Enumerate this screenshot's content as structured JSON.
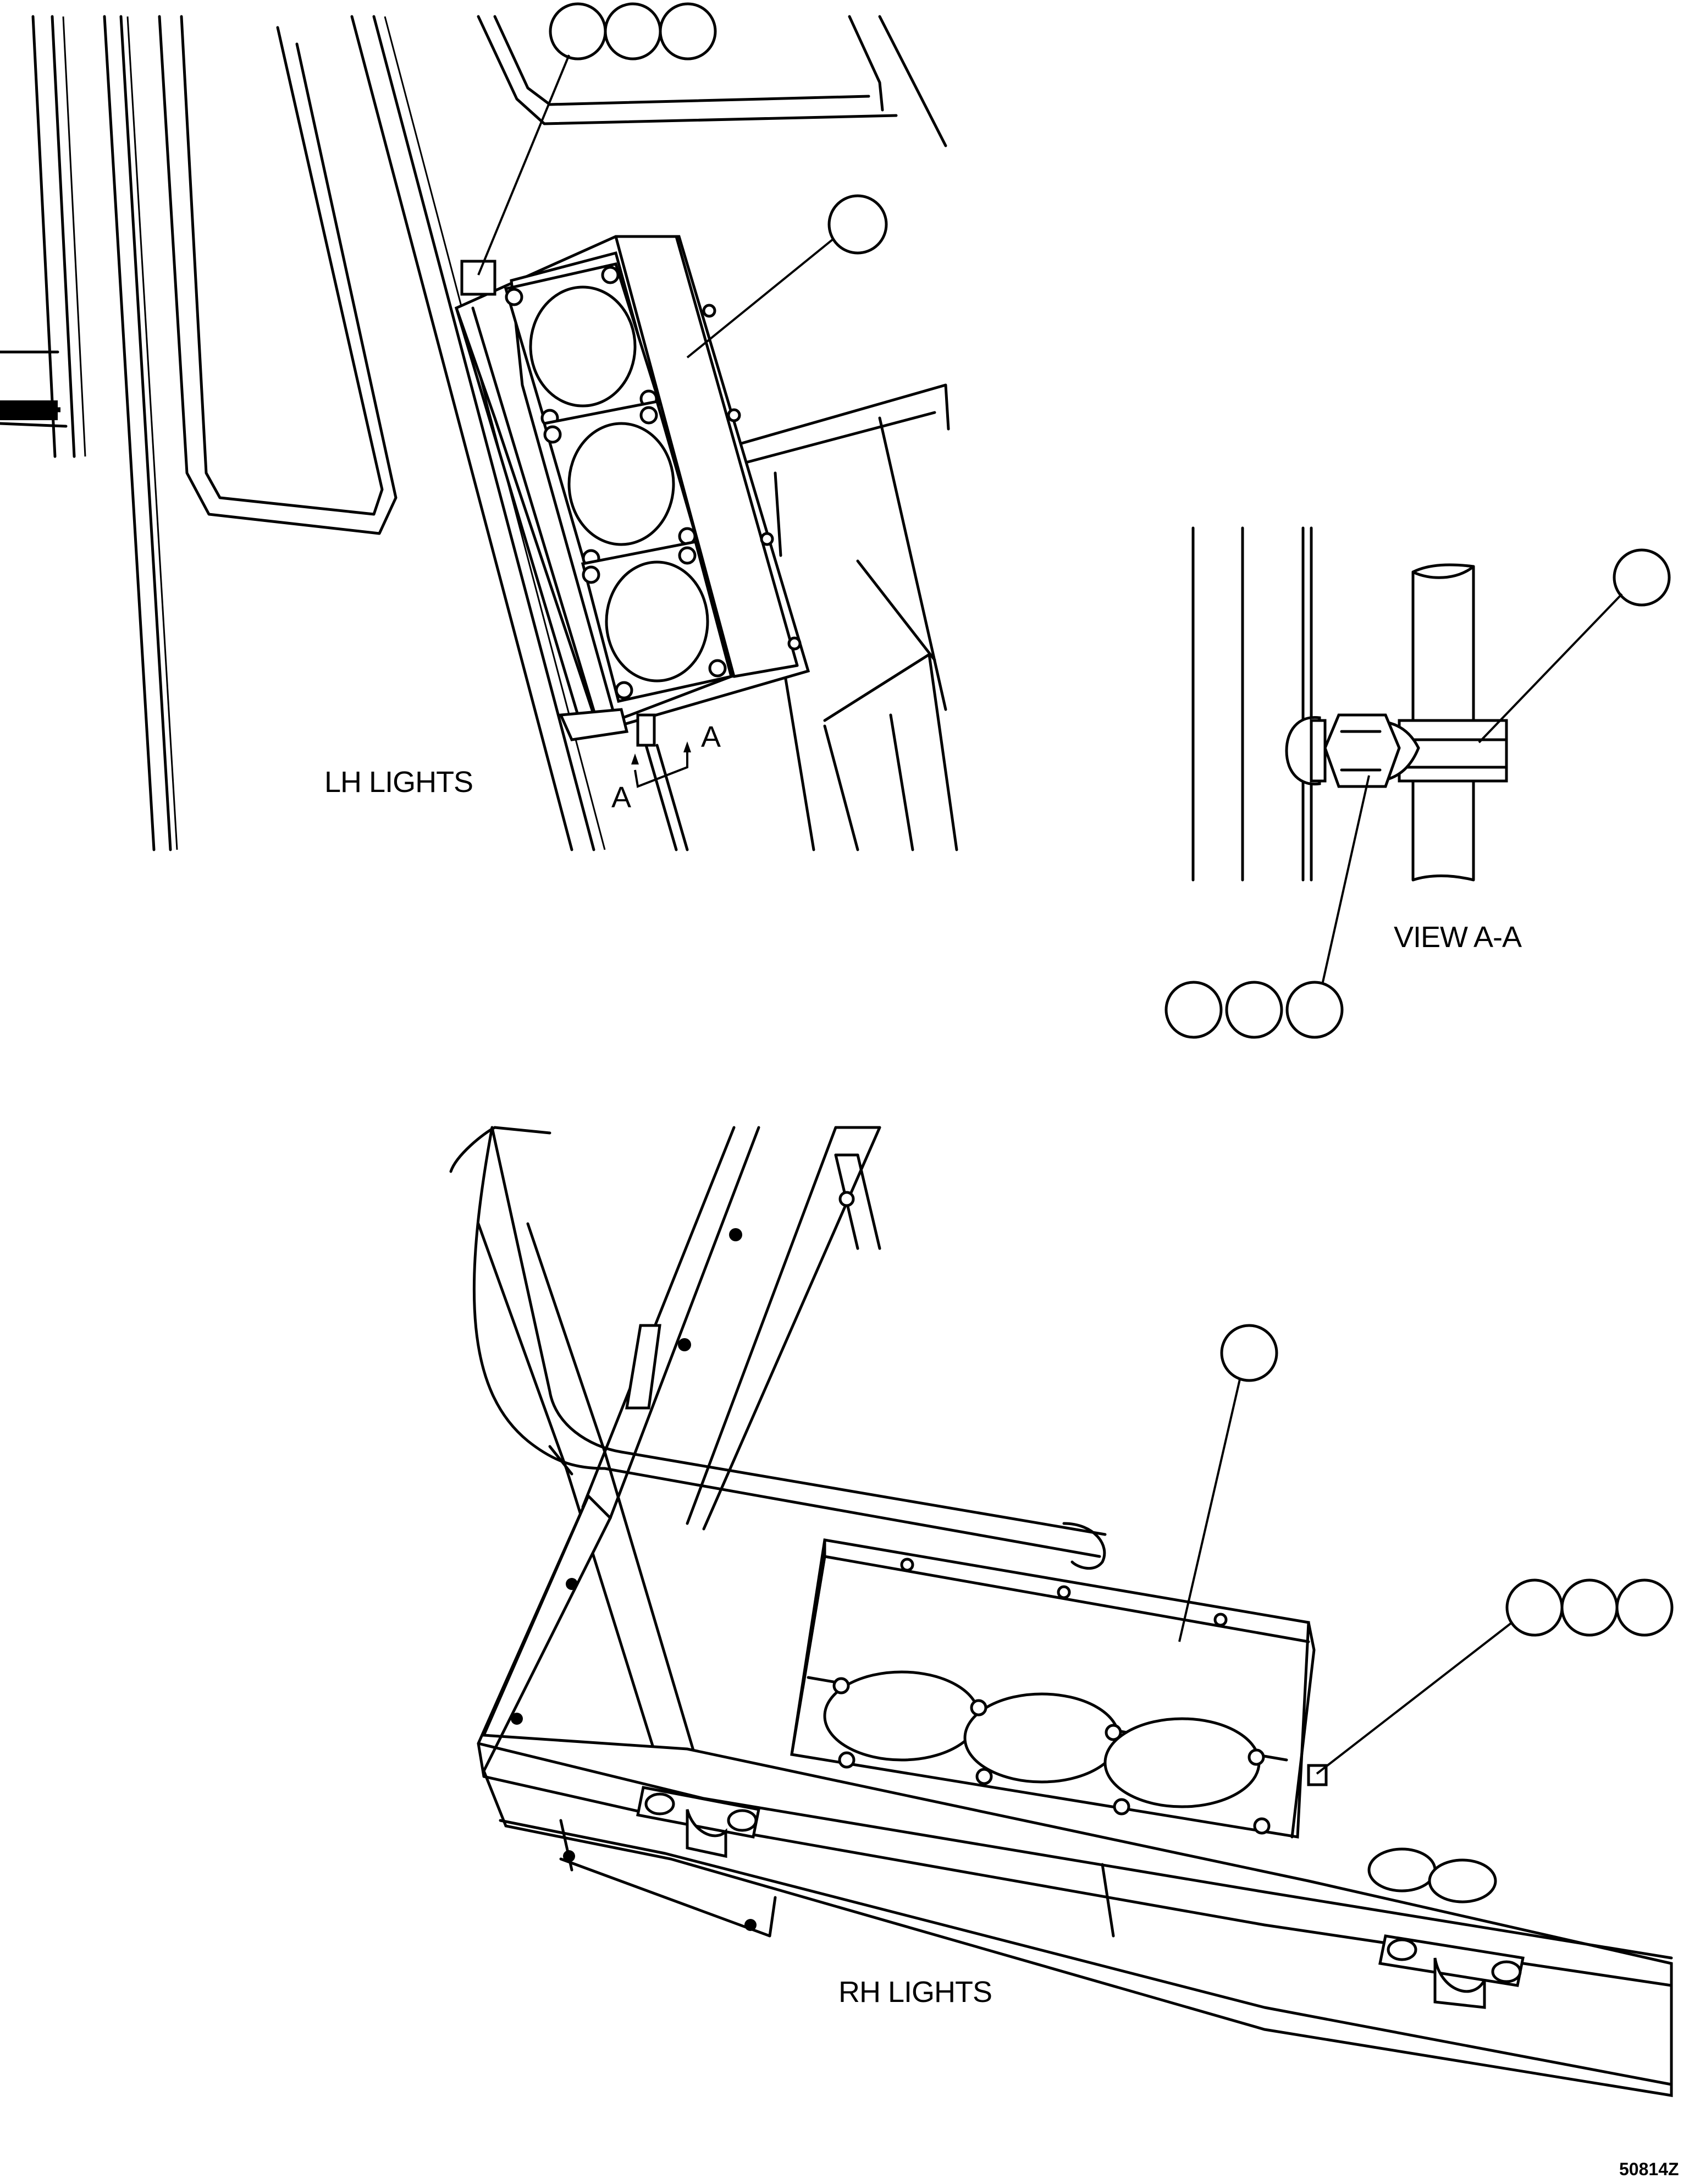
{
  "labels": {
    "lh_lights": "LH LIGHTS",
    "rh_lights": "RH LIGHTS",
    "view_aa": "VIEW A-A",
    "section_a_left": "A",
    "section_a_right": "A",
    "drawing_number": "50814Z"
  }
}
